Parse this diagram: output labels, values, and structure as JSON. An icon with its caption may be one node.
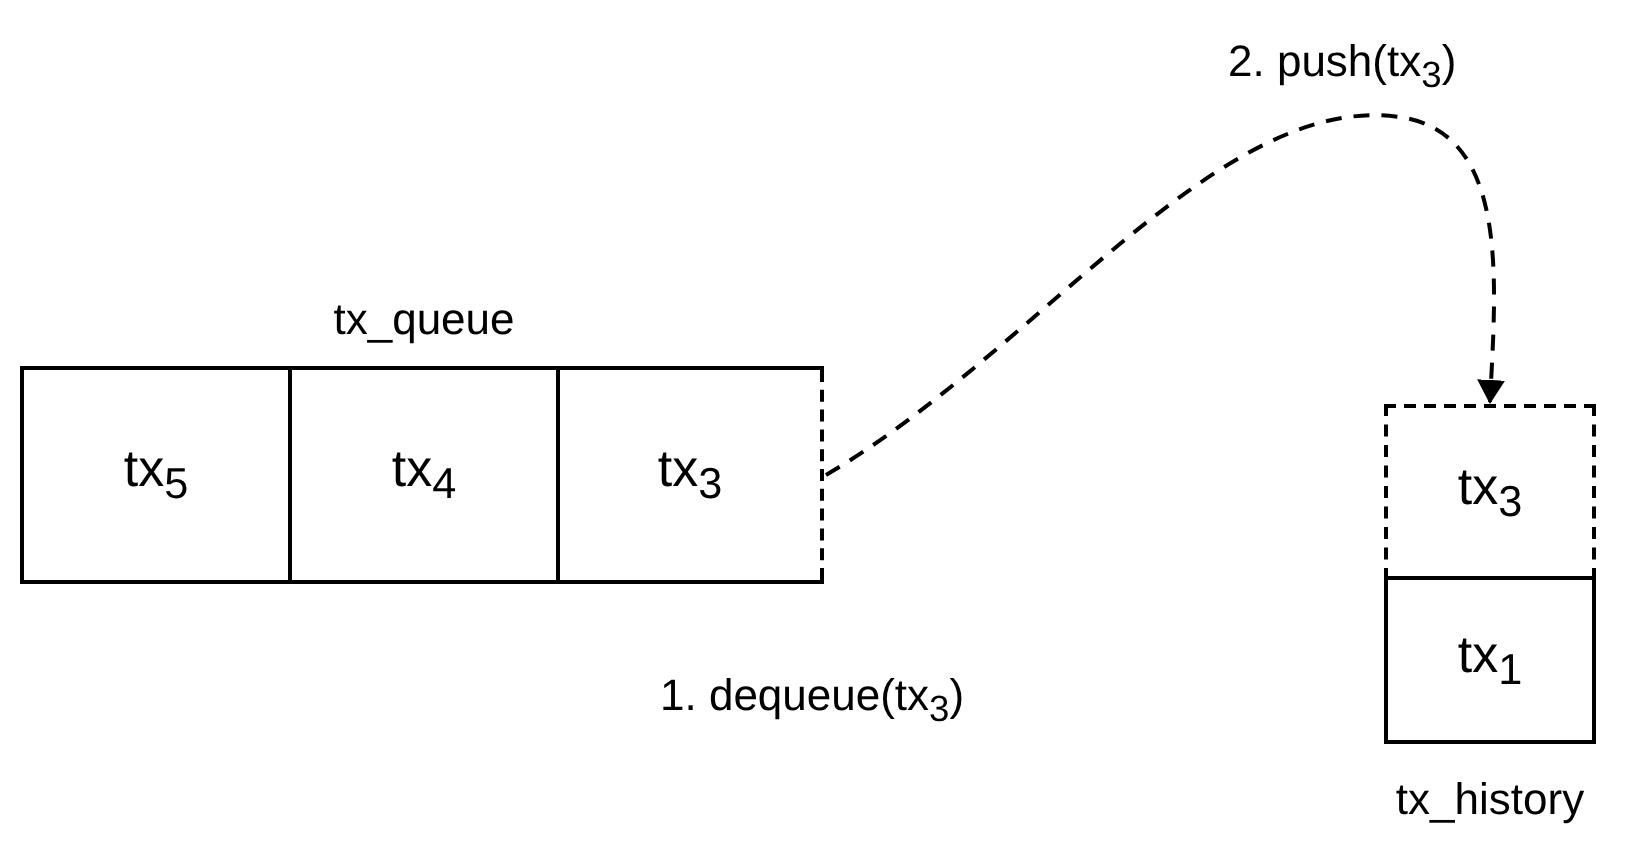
{
  "diagram": {
    "nodes": [
      {
        "text": [
          "tx_queue"
        ]
      },
      {
        "text": [
          "tx$_{5}$"
        ],
        "in": 0
      },
      {
        "text": [
          "tx$_{4}$"
        ],
        "in": 0
      },
      {
        "text": [
          "tx$_{3}$"
        ],
        "in": 0
      },
      {
        "text": [
          "tx_history"
        ]
      },
      {
        "text": [
          "tx$_{3}$"
        ],
        "in": 4
      },
      {
        "text": [
          "tx$_{1}$"
        ],
        "in": 4
      }
    ],
    "edges": [
      {
        "from": 3,
        "to": 5,
        "arrow": "to",
        "style": "dashed",
        "label": "2. push(tx$_{3}$)"
      }
    ],
    "labels": [
      "1. dequeue(tx$_{3}$)"
    ]
  }
}
